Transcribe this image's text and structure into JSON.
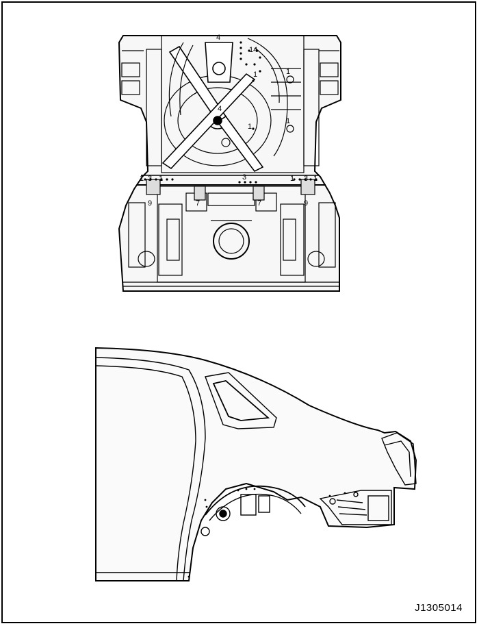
{
  "figure_code": "J1305014",
  "underbody_callouts": [
    {
      "id": "c4a",
      "text": "4"
    },
    {
      "id": "c14",
      "text": "14"
    },
    {
      "id": "c1a",
      "text": "1"
    },
    {
      "id": "c1b",
      "text": "1"
    },
    {
      "id": "c1c",
      "text": "1"
    },
    {
      "id": "c4b",
      "text": "4"
    },
    {
      "id": "c1d",
      "text": "1"
    },
    {
      "id": "c1e",
      "text": "1"
    },
    {
      "id": "c3a",
      "text": "3"
    },
    {
      "id": "c1f",
      "text": "1"
    },
    {
      "id": "c3b",
      "text": "3"
    },
    {
      "id": "c1g",
      "text": "1"
    },
    {
      "id": "c3c",
      "text": "3"
    },
    {
      "id": "c1h",
      "text": "1"
    },
    {
      "id": "c9a",
      "text": "9"
    },
    {
      "id": "c7a",
      "text": "7"
    },
    {
      "id": "c7b",
      "text": "7"
    },
    {
      "id": "c9b",
      "text": "9"
    }
  ],
  "colors": {
    "line": "#000000",
    "background": "#ffffff",
    "panel_fill": "#f2f2f2"
  }
}
